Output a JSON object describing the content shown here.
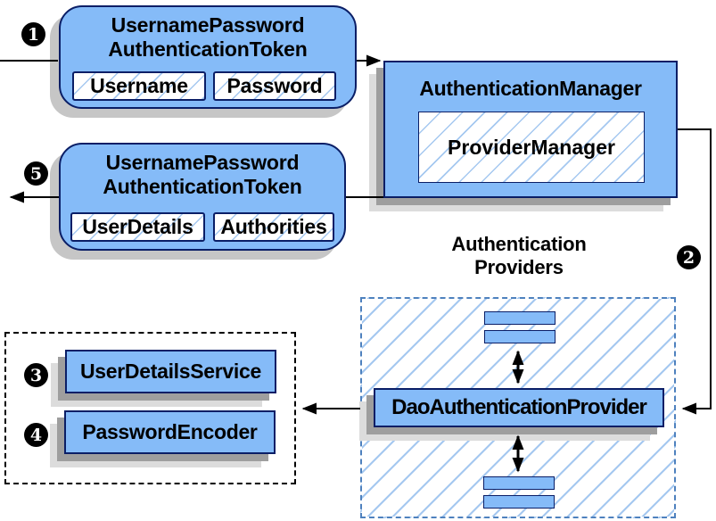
{
  "colors": {
    "node_fill": "#85BBF8",
    "node_border": "#0A1E66",
    "hatch": "#A5C8F0",
    "providers_border": "#4E81BE",
    "shadow_dark": "#9E9E9E",
    "shadow_light": "#DCDCDC",
    "token_shadow": "#C6C6C6",
    "connector": "#000000",
    "step_bg": "#000000",
    "step_fg": "#FFFFFF"
  },
  "steps": [
    "1",
    "2",
    "3",
    "4",
    "5"
  ],
  "nodes": {
    "token_request": {
      "title_lines": [
        "UsernamePassword",
        "AuthenticationToken"
      ],
      "fields": [
        "Username",
        "Password"
      ]
    },
    "authentication_manager": {
      "title": "AuthenticationManager",
      "inner": "ProviderManager"
    },
    "token_result": {
      "title_lines": [
        "UsernamePassword",
        "AuthenticationToken"
      ],
      "fields": [
        "UserDetails",
        "Authorities"
      ]
    },
    "authentication_providers": {
      "label_lines": [
        "Authentication",
        "Providers"
      ]
    },
    "dao_authentication_provider": {
      "label": "DaoAuthenticationProvider"
    },
    "user_details_service": {
      "label": "UserDetailsService"
    },
    "password_encoder": {
      "label": "PasswordEncoder"
    }
  }
}
